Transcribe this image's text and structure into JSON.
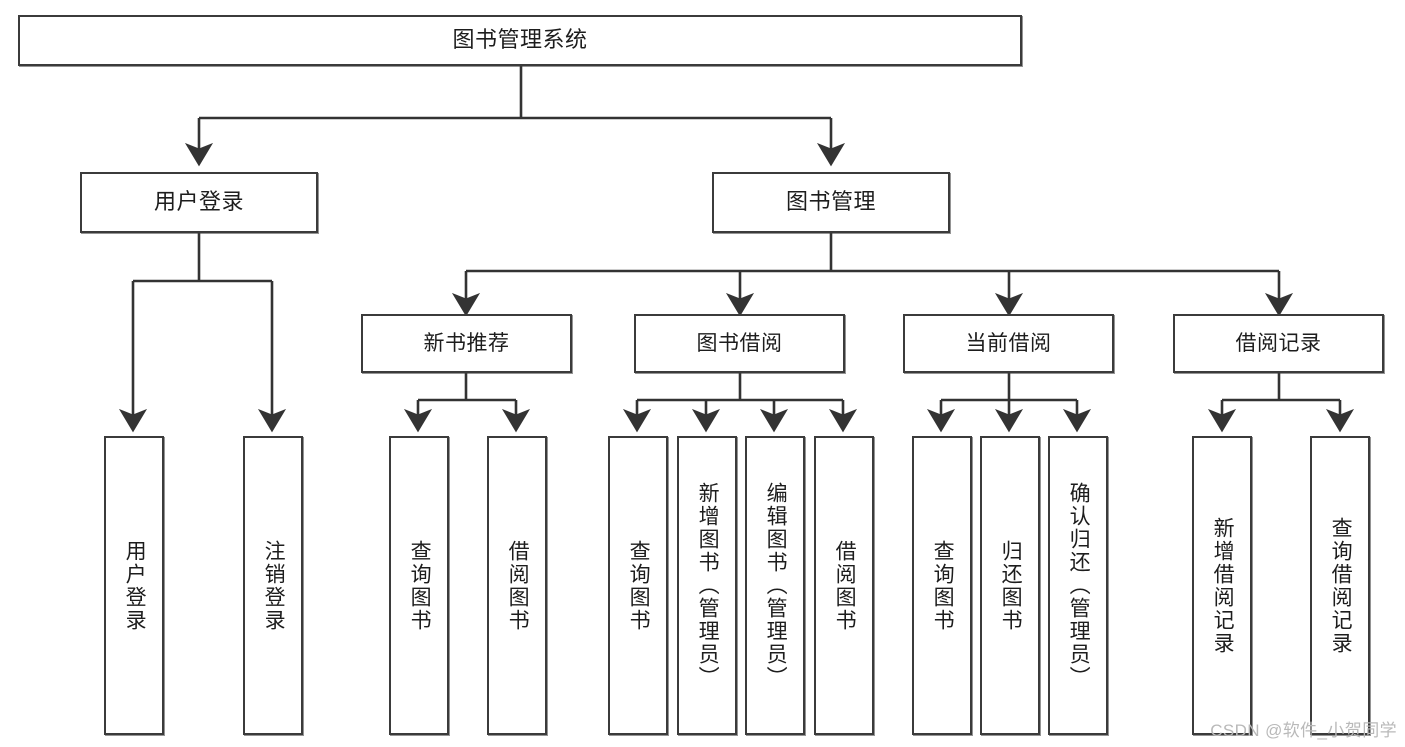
{
  "diagram": {
    "title": "图书管理系统",
    "type": "tree",
    "watermark": "CSDN @软件_小贺同学",
    "colors": {
      "box_border": "#3b3b3b",
      "box_fill": "#ffffff",
      "edge": "#333333",
      "text": "#1d1d1d",
      "watermark": "#b9b9b9",
      "background": "#ffffff"
    },
    "nodes": {
      "root": {
        "label": "图书管理系统"
      },
      "level2": [
        {
          "id": "user-login",
          "label": "用户登录"
        },
        {
          "id": "book-manage",
          "label": "图书管理"
        }
      ],
      "level3": [
        {
          "id": "new-book-recommend",
          "label": "新书推荐"
        },
        {
          "id": "book-borrow",
          "label": "图书借阅"
        },
        {
          "id": "current-borrow",
          "label": "当前借阅"
        },
        {
          "id": "borrow-record",
          "label": "借阅记录"
        }
      ],
      "leaves": {
        "user-login": [
          {
            "id": "leaf-user-login",
            "label": "用户登录"
          },
          {
            "id": "leaf-logout",
            "label": "注销登录"
          }
        ],
        "new-book-recommend": [
          {
            "id": "leaf-query-book-1",
            "label": "查询图书"
          },
          {
            "id": "leaf-borrow-book-1",
            "label": "借阅图书"
          }
        ],
        "book-borrow": [
          {
            "id": "leaf-query-book-2",
            "label": "查询图书"
          },
          {
            "id": "leaf-add-book",
            "label": "新增图书（管理员）"
          },
          {
            "id": "leaf-edit-book",
            "label": "编辑图书（管理员）"
          },
          {
            "id": "leaf-borrow-book-2",
            "label": "借阅图书"
          }
        ],
        "current-borrow": [
          {
            "id": "leaf-query-book-3",
            "label": "查询图书"
          },
          {
            "id": "leaf-return-book",
            "label": "归还图书"
          },
          {
            "id": "leaf-confirm-return",
            "label": "确认归还（管理员）"
          }
        ],
        "borrow-record": [
          {
            "id": "leaf-add-record",
            "label": "新增借阅记录"
          },
          {
            "id": "leaf-query-record",
            "label": "查询借阅记录"
          }
        ]
      }
    }
  }
}
